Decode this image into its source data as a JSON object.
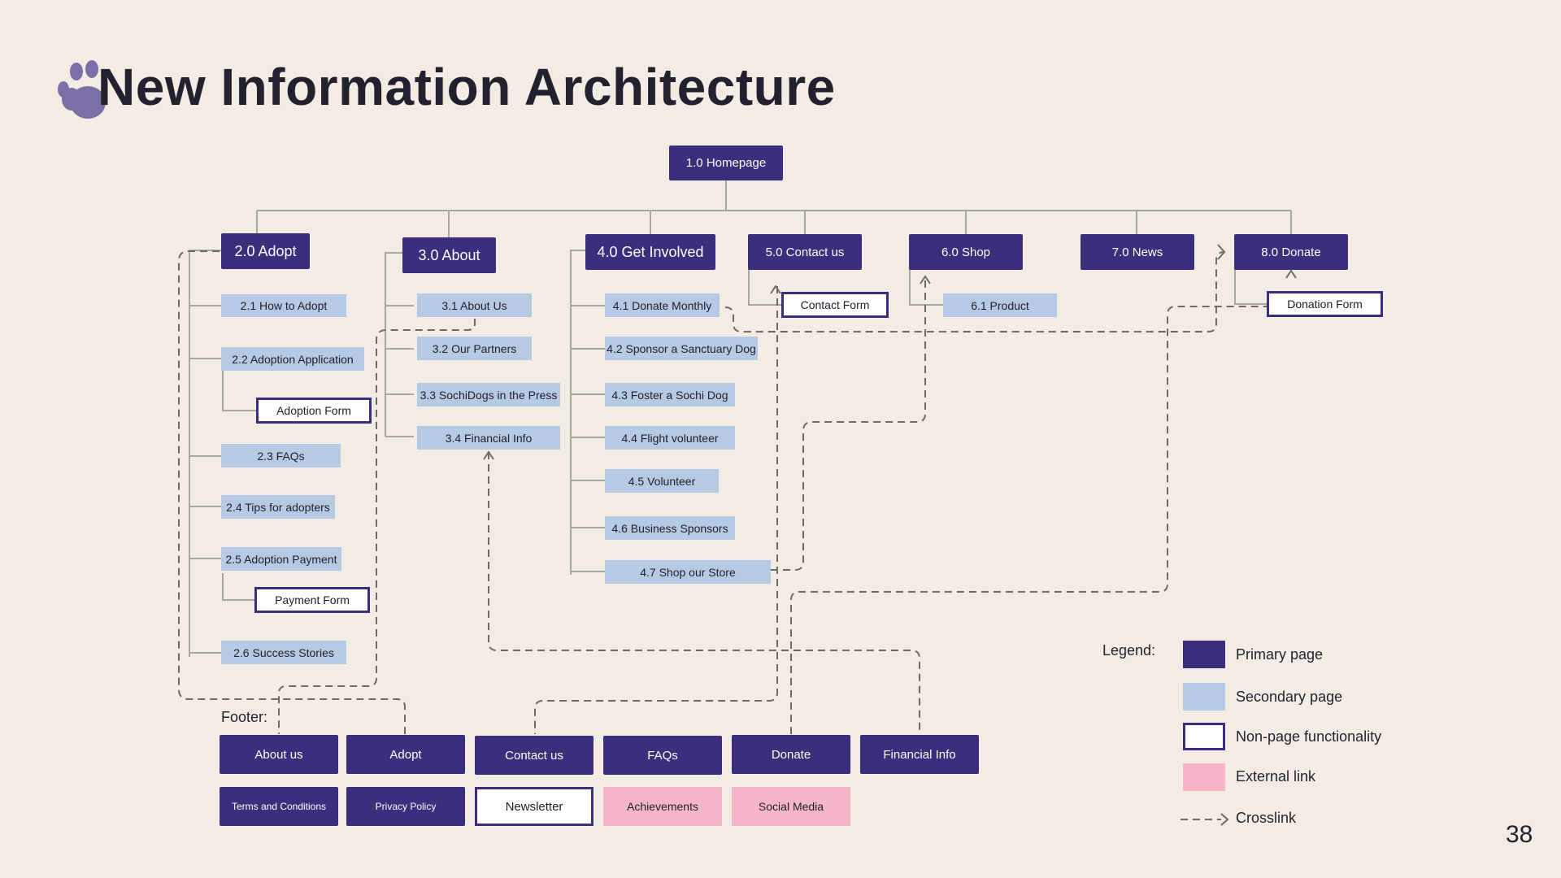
{
  "slide": {
    "title": "New Information Architecture",
    "page_number": "38"
  },
  "tree": {
    "home": "1.0 Homepage",
    "adopt": {
      "label": "2.0 Adopt",
      "children": [
        "2.1 How to Adopt",
        "2.2 Adoption Application",
        "Adoption Form",
        "2.3 FAQs",
        "2.4 Tips for adopters",
        "2.5 Adoption Payment",
        "Payment Form",
        "2.6 Success Stories"
      ]
    },
    "about": {
      "label": "3.0 About",
      "children": [
        "3.1 About Us",
        "3.2 Our Partners",
        "3.3 SochiDogs in the Press",
        "3.4 Financial Info"
      ]
    },
    "involved": {
      "label": "4.0 Get Involved",
      "children": [
        "4.1 Donate Monthly",
        "4.2 Sponsor a Sanctuary Dog",
        "4.3 Foster a Sochi Dog",
        "4.4 Flight volunteer",
        "4.5 Volunteer",
        "4.6 Business Sponsors",
        "4.7 Shop our Store"
      ]
    },
    "contact": {
      "label": "5.0 Contact us",
      "children": [
        "Contact Form"
      ]
    },
    "shop": {
      "label": "6.0 Shop",
      "children": [
        "6.1 Product"
      ]
    },
    "news": {
      "label": "7.0 News"
    },
    "donate": {
      "label": "8.0 Donate",
      "children": [
        "Donation Form"
      ]
    }
  },
  "footer": {
    "label": "Footer:",
    "row1": [
      "About us",
      "Adopt",
      "Contact us",
      "FAQs",
      "Donate",
      "Financial Info"
    ],
    "row2": [
      "Terms and Conditions",
      "Privacy Policy",
      "Newsletter",
      "Achievements",
      "Social Media"
    ]
  },
  "legend": {
    "title": "Legend:",
    "items": [
      "Primary page",
      "Secondary page",
      "Non-page functionality",
      "External link",
      "Crosslink"
    ]
  },
  "colors": {
    "primary": "#3a2f7c",
    "secondary": "#b6cbe3",
    "external": "#f6b6c9",
    "background": "#f3ece5",
    "paw": "#7c6fa8"
  }
}
